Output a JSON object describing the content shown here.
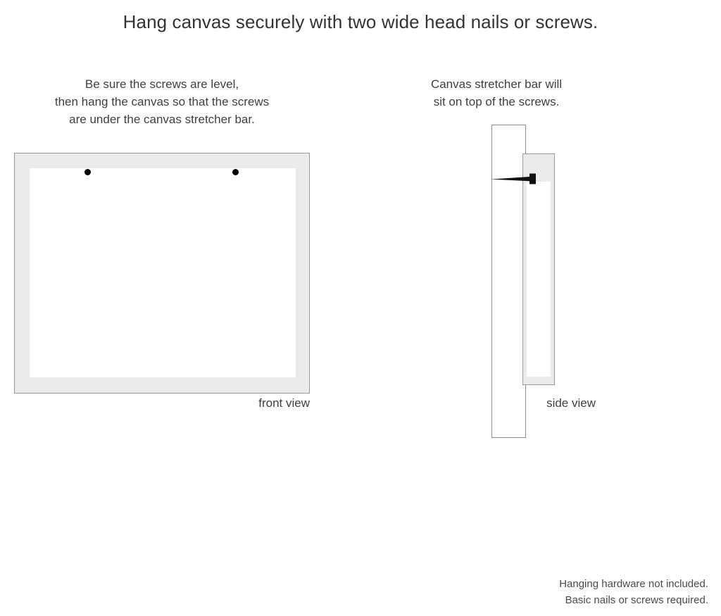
{
  "page": {
    "title": "Hang canvas securely with two wide head nails or screws.",
    "background_color": "#ffffff",
    "text_color": "#3a3a3a"
  },
  "front_panel": {
    "caption": "Be sure the screws are level, then hang the canvas so that the screws are under the canvas stretcher bar.",
    "caption_lines": [
      "Be sure the screws are level,",
      "then hang the canvas so that the screws",
      "are under the canvas stretcher bar."
    ],
    "view_label": "front view",
    "frame_color": "#ebebeb",
    "frame_border_color": "#9a9a9a",
    "canvas_face_color": "#ffffff",
    "screw_color": "#000000",
    "screw_count": 2
  },
  "side_panel": {
    "caption": "Canvas stretcher bar will sit on top of the screws.",
    "caption_lines": [
      "Canvas stretcher bar will",
      "sit on top of the screws."
    ],
    "view_label": "side view",
    "wall_color": "#ffffff",
    "wall_border_color": "#8e8e8e",
    "bar_color": "#ebebeb",
    "bar_border_color": "#9a9a9a",
    "screw_color": "#111111"
  },
  "footer": {
    "lines": [
      "Hanging hardware not included.",
      "Basic nails or screws required."
    ],
    "line1": "Hanging hardware not included.",
    "line2": "Basic nails or screws required."
  }
}
